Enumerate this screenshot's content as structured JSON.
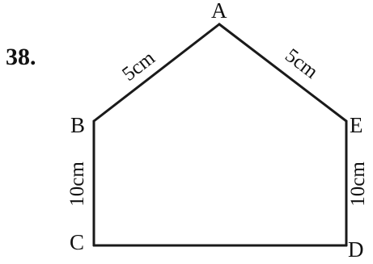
{
  "question_number": "38.",
  "vertices": {
    "a": "A",
    "b": "B",
    "c": "C",
    "d": "D",
    "e": "E"
  },
  "measurements": {
    "ab": "5cm",
    "ae": "5cm",
    "bc": "10cm",
    "ed": "10cm"
  },
  "colors": {
    "stroke": "#1a1a1a",
    "text": "#111111",
    "background": "#ffffff"
  }
}
